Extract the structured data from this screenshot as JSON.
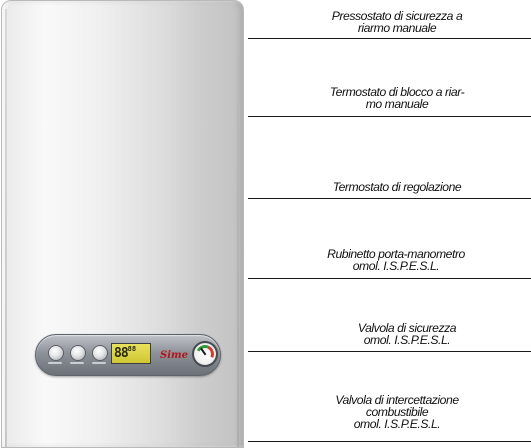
{
  "display": {
    "digits": "88",
    "small": "88"
  },
  "brand": {
    "logo_text": "Sime"
  },
  "labels": [
    {
      "lines": [
        "Pressostato di sicurezza a",
        "riarmo manuale"
      ]
    },
    {
      "lines": [
        "Termostato di blocco a riar-",
        "mo manuale"
      ]
    },
    {
      "lines": [
        "Termostato di regolazione"
      ]
    },
    {
      "lines": [
        "Rubinetto porta-manometro",
        "omol. I.S.P.E.S.L."
      ]
    },
    {
      "lines": [
        "Valvola di sicurezza",
        "omol. I.S.P.E.S.L."
      ]
    },
    {
      "lines": [
        "Valvola  di  intercettazione",
        "combustibile",
        "omol. I.S.P.E.S.L."
      ]
    }
  ],
  "colors": {
    "display": "#dcd448",
    "logo": "#b3161b",
    "panel": "#8d9198"
  }
}
